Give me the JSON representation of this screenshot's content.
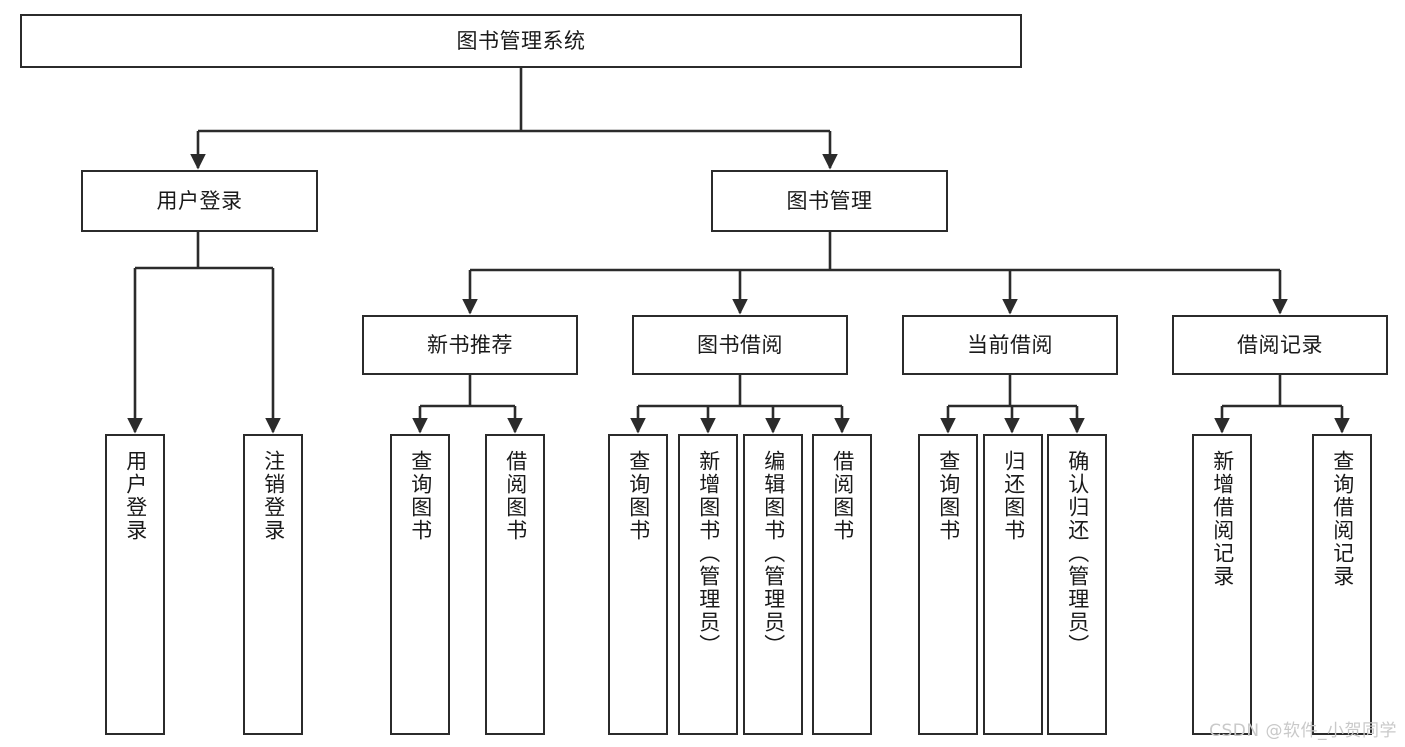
{
  "diagram": {
    "type": "tree",
    "title": "图书管理系统",
    "watermark": "CSDN @软件_小贺同学",
    "colors": {
      "box_border": "#2b2b2b",
      "box_fill": "#ffffff",
      "edge": "#2b2b2b",
      "text": "#1a1a1a",
      "watermark": "#c9c9c9"
    },
    "nodes": {
      "root": "图书管理系统",
      "l1": [
        "用户登录",
        "图书管理"
      ],
      "l2": [
        "新书推荐",
        "图书借阅",
        "当前借阅",
        "借阅记录"
      ],
      "leaves_user_login": [
        "用户登录",
        "注销登录"
      ],
      "leaves_new_book": [
        "查询图书",
        "借阅图书"
      ],
      "leaves_borrow": [
        "查询图书",
        "新增图书（管理员）",
        "编辑图书（管理员）",
        "借阅图书"
      ],
      "leaves_current": [
        "查询图书",
        "归还图书",
        "确认归还（管理员）"
      ],
      "leaves_records": [
        "新增借阅记录",
        "查询借阅记录"
      ]
    }
  }
}
